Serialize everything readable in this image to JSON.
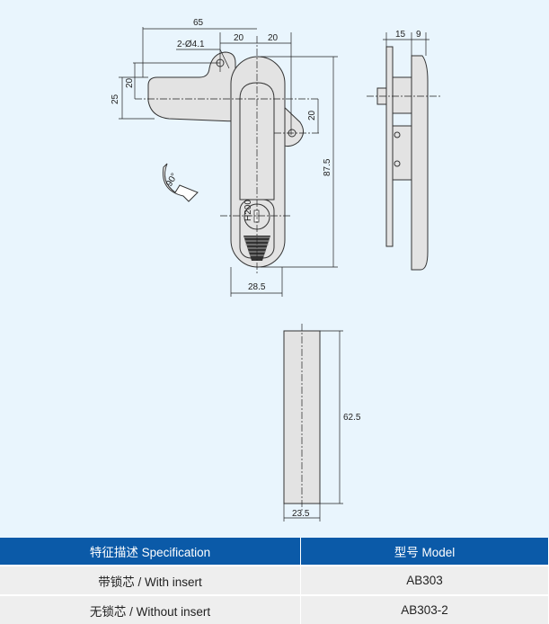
{
  "drawing": {
    "dims": {
      "overall_width": "65",
      "hole_spec": "2-Ø4.1",
      "hole_offset_left": "20",
      "hole_offset_right": "20",
      "arm_height_left": "20",
      "arm_width": "25",
      "ear_offset": "20",
      "height": "87.5",
      "handle_width": "28.5",
      "side_depth": "15",
      "side_plate": "9",
      "insert_height": "62.5",
      "insert_width": "23.5"
    },
    "rotation_label": "90°",
    "key_label": "H200"
  },
  "table": {
    "headers": [
      "特征描述 Specification",
      "型号 Model"
    ],
    "rows": [
      {
        "spec": "带锁芯 / With insert",
        "model": "AB303"
      },
      {
        "spec": "无锁芯 / Without insert",
        "model": "AB303-2"
      }
    ]
  },
  "colors": {
    "header_bg": "#0b5aa8",
    "background": "#e9f5fd",
    "row_bg": "#eeeeee"
  }
}
